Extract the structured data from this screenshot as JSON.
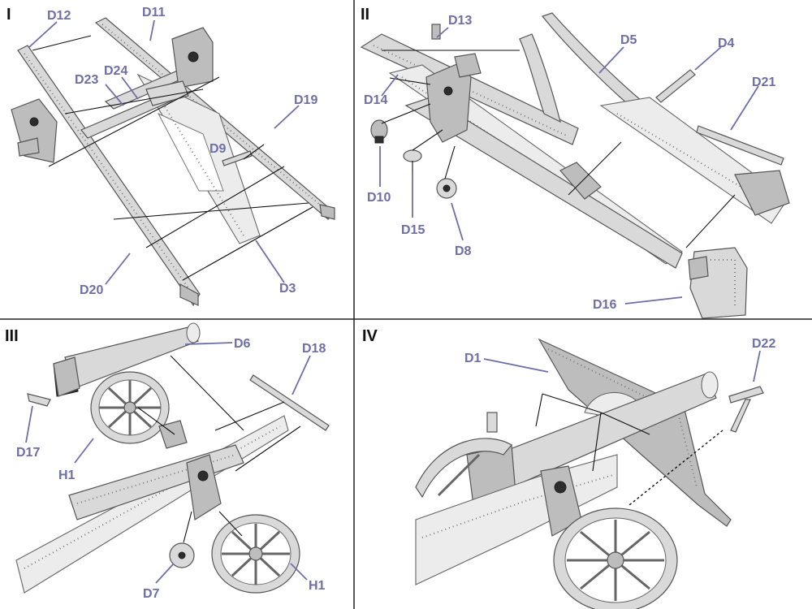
{
  "panels": [
    {
      "step": "I"
    },
    {
      "step": "II"
    },
    {
      "step": "III"
    },
    {
      "step": "IV"
    }
  ],
  "labels": {
    "D12": "D12",
    "D11": "D11",
    "D23": "D23",
    "D24": "D24",
    "D19": "D19",
    "D9": "D9",
    "D20": "D20",
    "D3": "D3",
    "D13": "D13",
    "D5": "D5",
    "D4": "D4",
    "D21": "D21",
    "D14": "D14",
    "D10": "D10",
    "D15": "D15",
    "D8": "D8",
    "D16": "D16",
    "D6": "D6",
    "D18": "D18",
    "D17": "D17",
    "H1a": "H1",
    "D7": "D7",
    "H1b": "H1",
    "D1": "D1",
    "D22": "D22"
  }
}
